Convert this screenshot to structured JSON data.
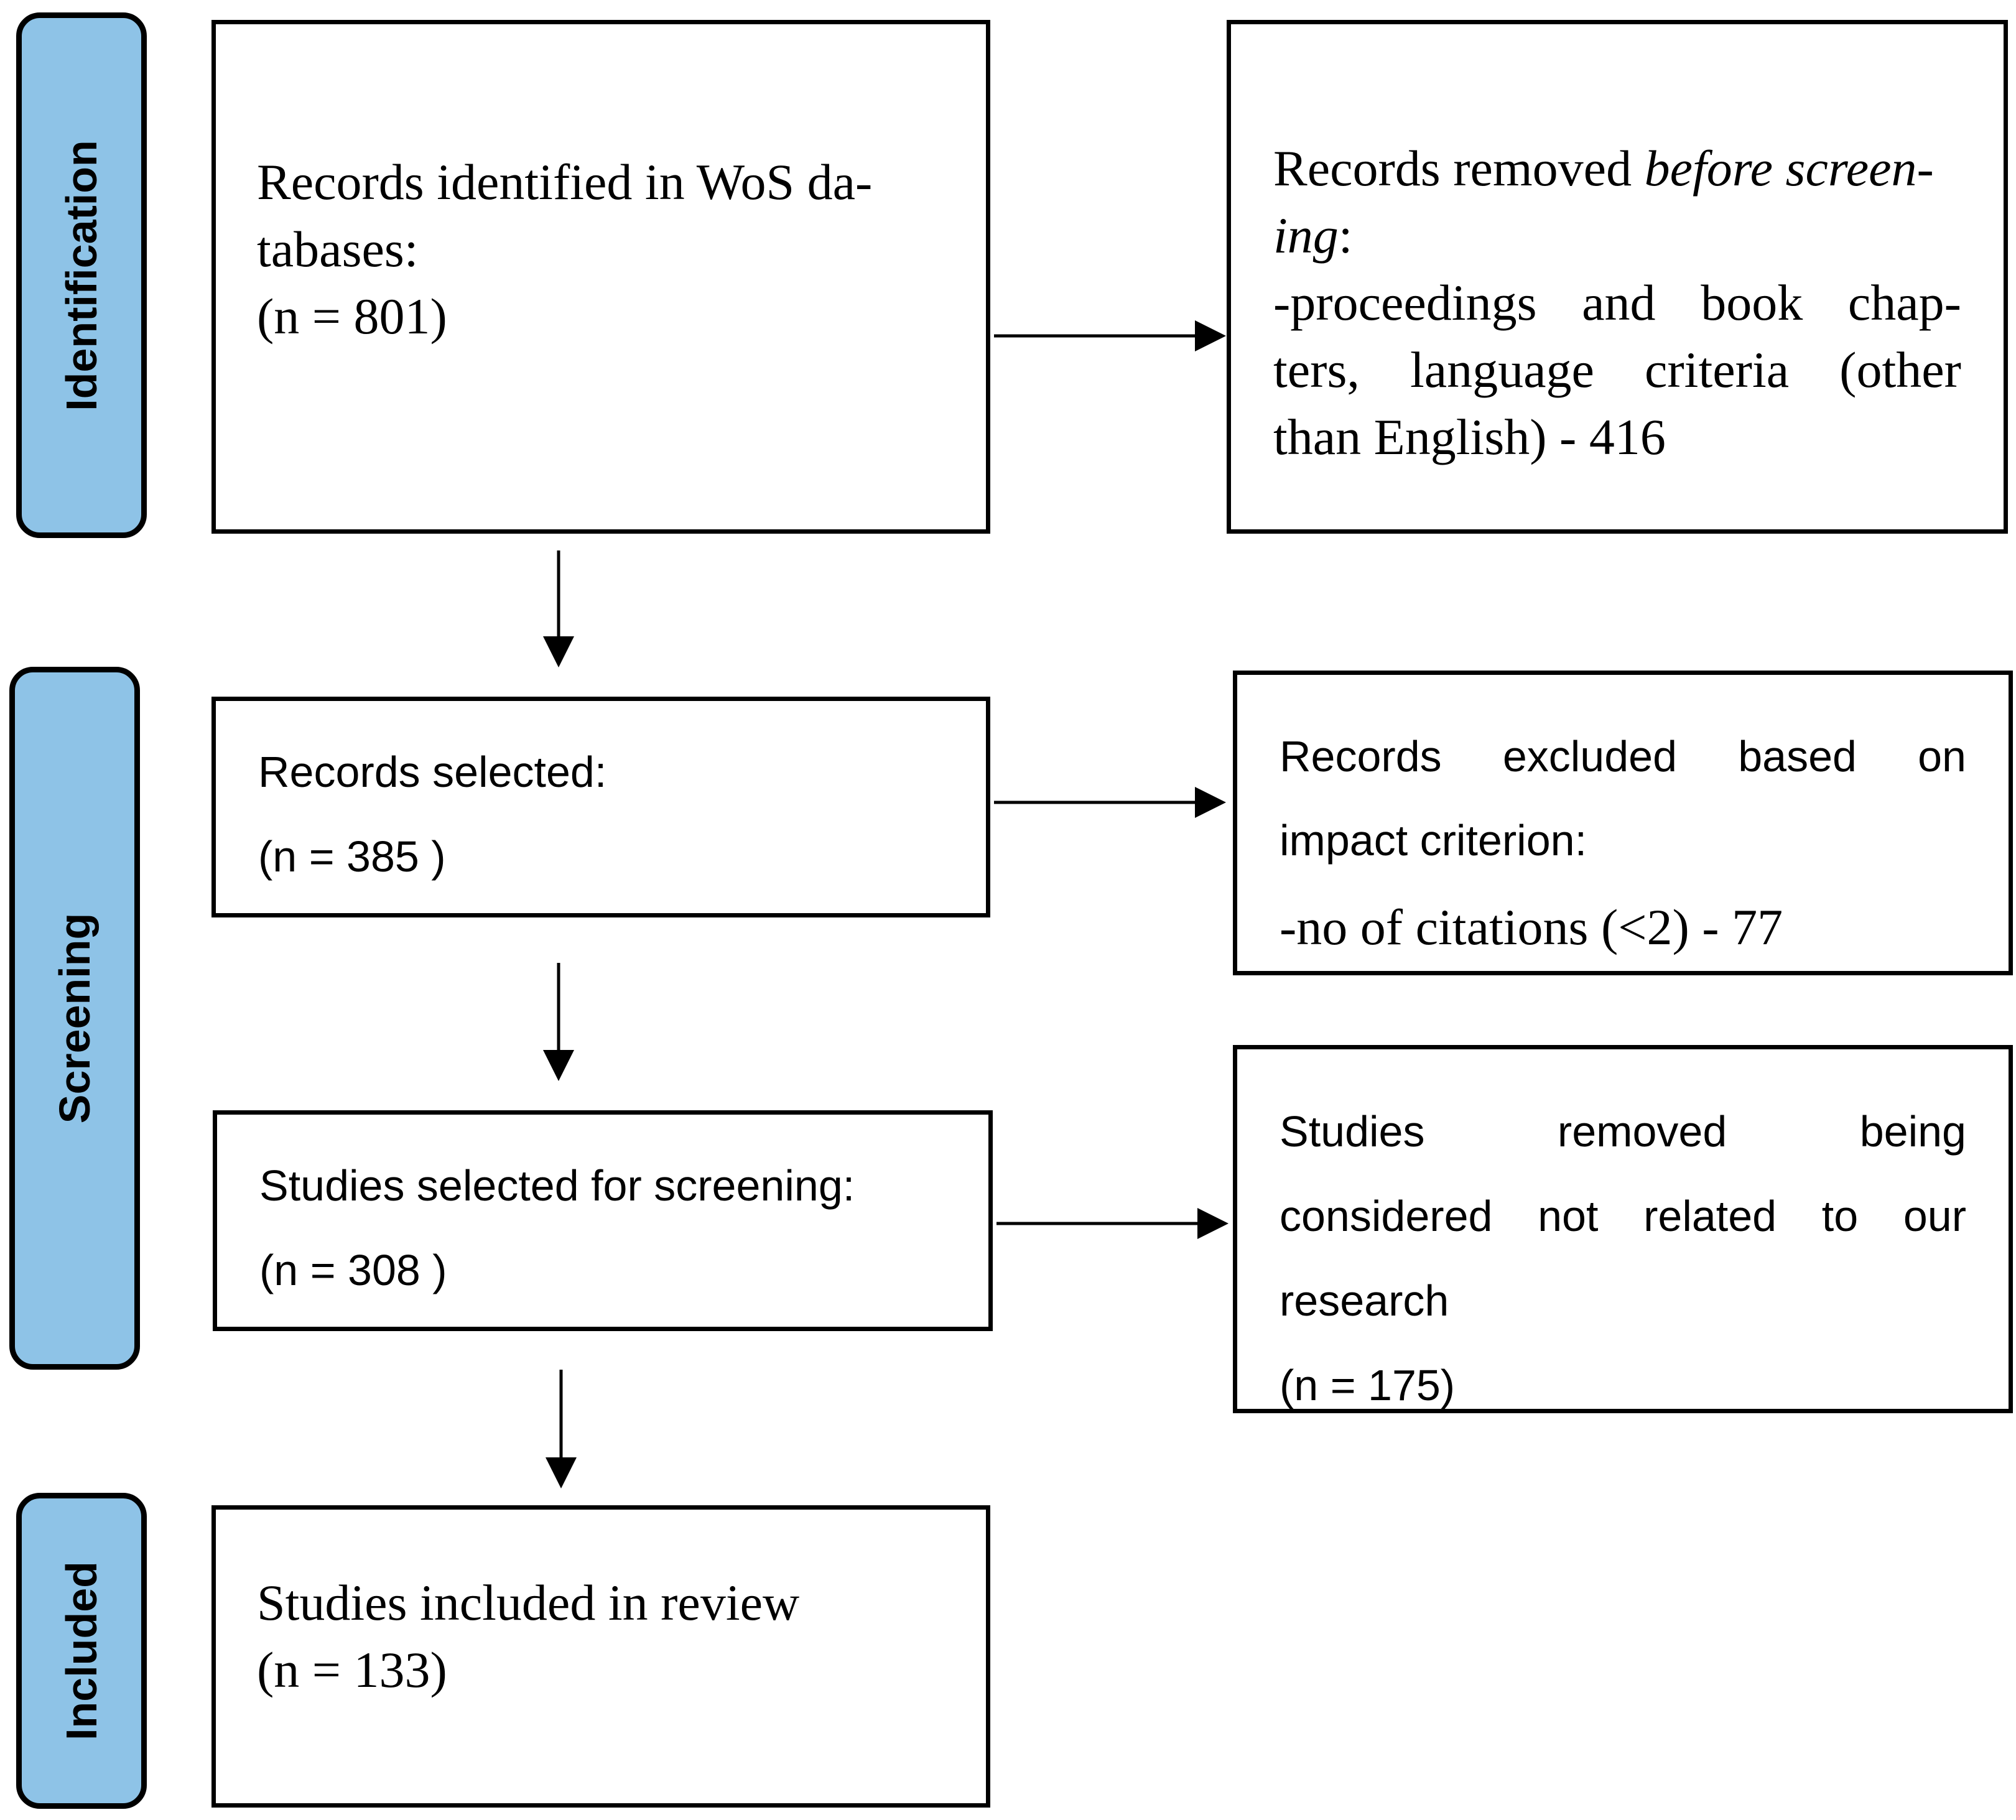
{
  "phases": {
    "identification": "Identification",
    "screening": "Screening",
    "included": "Included"
  },
  "boxes": {
    "identified": {
      "line1": "Records identified in WoS da-",
      "line2": "tabases:",
      "line3": "(n = 801)"
    },
    "removed_before": {
      "line1_normal": "Records removed ",
      "line1_italic": "before screen-",
      "line2_italic": "ing",
      "line2_normal": ":",
      "line3": [
        "-proceedings",
        "and",
        "book",
        "chap-"
      ],
      "line4": [
        "ters,",
        "language",
        "criteria",
        "(other"
      ],
      "line5": "than English) - 416"
    },
    "selected": {
      "line1": "Records selected:",
      "line2": "(n = 385 )"
    },
    "excluded_impact": {
      "line1": [
        "Records",
        "excluded",
        "based",
        "on"
      ],
      "line2": "impact criterion:",
      "line3": "-no of citations (<2) - 77"
    },
    "screening": {
      "line1": "Studies selected for screening:",
      "line2": "(n = 308 )"
    },
    "removed_unrelated": {
      "line1": [
        "Studies",
        "removed",
        "being"
      ],
      "line2": [
        "considered",
        "not",
        "related",
        "to",
        "our"
      ],
      "line3": "research",
      "line4": "(n = 175)"
    },
    "included": {
      "line1": "Studies included in review",
      "line2": "(n = 133)"
    }
  }
}
